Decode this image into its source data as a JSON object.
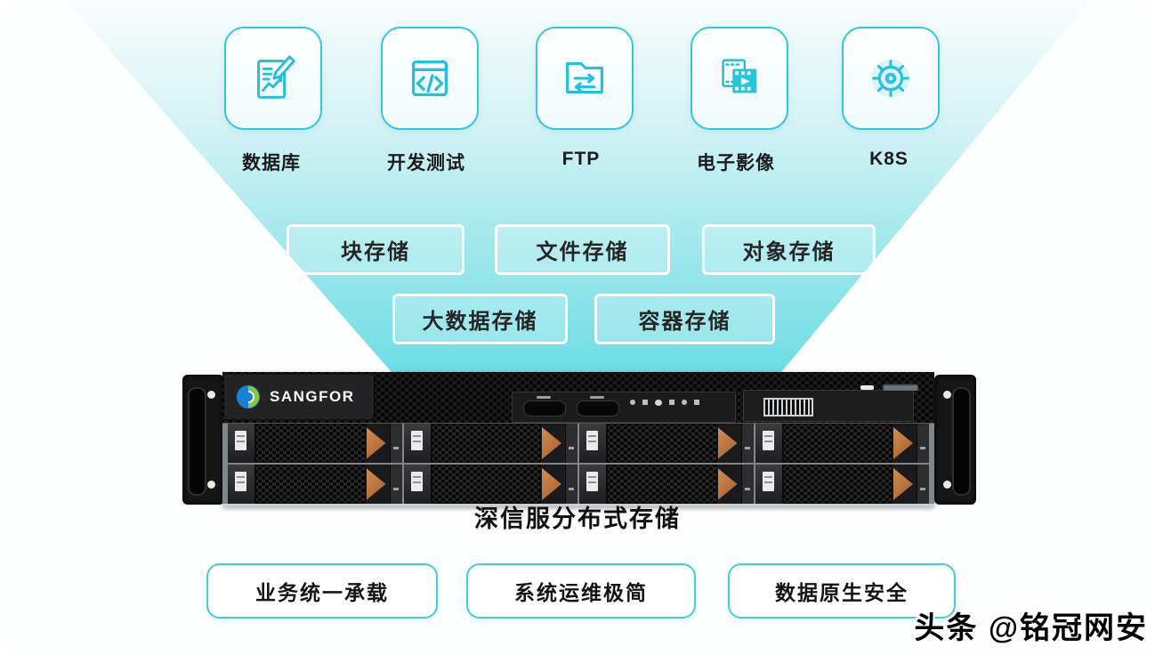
{
  "workloads": [
    {
      "label": "数据库",
      "icon": "document-pen-icon"
    },
    {
      "label": "开发测试",
      "icon": "code-window-icon"
    },
    {
      "label": "FTP",
      "icon": "folder-transfer-icon"
    },
    {
      "label": "电子影像",
      "icon": "film-play-icon"
    },
    {
      "label": "K8S",
      "icon": "helm-target-icon"
    }
  ],
  "storage_services": {
    "items": [
      "块存储",
      "文件存储",
      "对象存储",
      "大数据存储",
      "容器存储"
    ]
  },
  "server": {
    "brand": "SANGFOR",
    "caption": "深信服分布式存储",
    "drive_bays": 8
  },
  "benefits": [
    "业务统一承载",
    "系统运维极简",
    "数据原生安全"
  ],
  "watermark": {
    "text": "头条 @铭冠网安"
  },
  "colors": {
    "accent_cyan": "#2bc0d8",
    "funnel_bottom": "#69dce4",
    "card_border": "#38c5d8",
    "latch_orange": "#bf7040",
    "chassis_dark": "#121213"
  }
}
